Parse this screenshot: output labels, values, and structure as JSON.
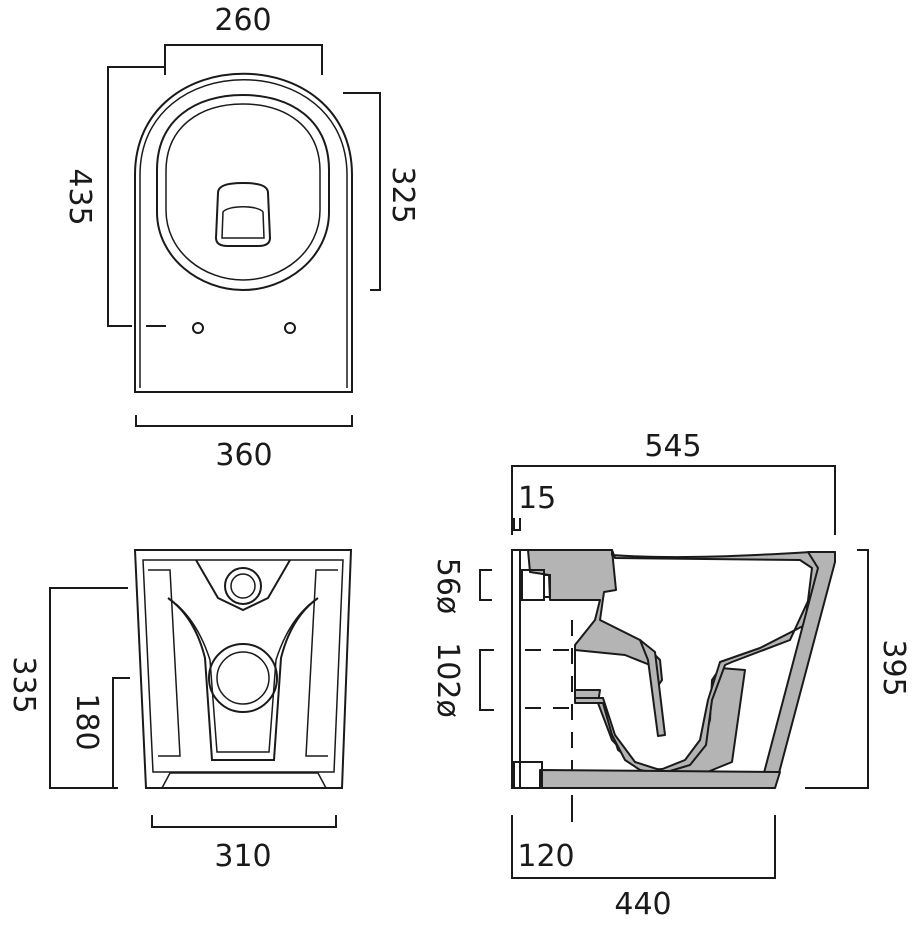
{
  "top_view": {
    "width_rim": "260",
    "length_total": "435",
    "length_bowl": "325",
    "width_total": "360"
  },
  "back_view": {
    "height_total": "335",
    "height_outlet": "180",
    "width_base": "310"
  },
  "side_view": {
    "length_total": "545",
    "rear_offset": "15",
    "inlet_diameter": "56ø",
    "outlet_diameter": "102ø",
    "height_total": "395",
    "outlet_distance": "120",
    "base_length": "440"
  },
  "colors": {
    "line": "#1a1a1a",
    "section_fill": "#b4b4b4",
    "background": "#ffffff"
  }
}
